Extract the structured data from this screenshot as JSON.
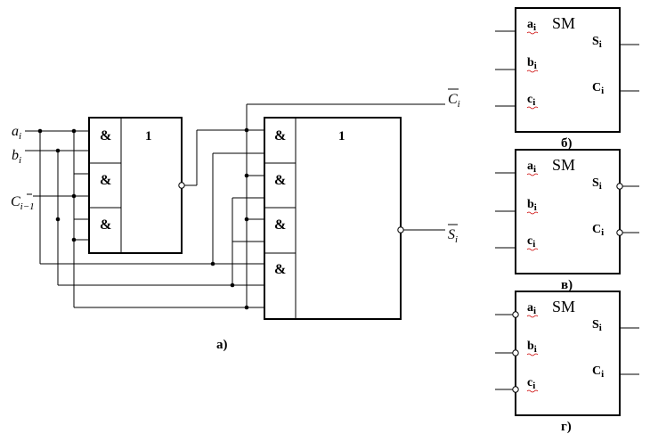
{
  "circuit": {
    "caption": "а)",
    "inputs": {
      "a": "a",
      "a_sub": "i",
      "b": "b",
      "b_sub": "i",
      "c": "C",
      "c_sub": "i−1"
    },
    "outputs": {
      "carry": "C",
      "carry_sub": "i",
      "sum": "S",
      "sum_sub": "i"
    },
    "gate1": {
      "and_labels": [
        "&",
        "&",
        "&"
      ],
      "or_label": "1"
    },
    "gate2": {
      "and_labels": [
        "&",
        "&",
        "&",
        "&"
      ],
      "or_label": "1"
    }
  },
  "symbols": [
    {
      "caption": "б)",
      "title": "SM",
      "in_a": "a",
      "in_b": "b",
      "in_c": "c",
      "sub": "i",
      "out_s": "S",
      "out_c": "C",
      "inverted_inputs": false,
      "inverted_outputs": false
    },
    {
      "caption": "в)",
      "title": "SM",
      "in_a": "a",
      "in_b": "b",
      "in_c": "c",
      "sub": "i",
      "out_s": "S",
      "out_c": "C",
      "inverted_inputs": false,
      "inverted_outputs": true
    },
    {
      "caption": "г)",
      "title": "SM",
      "in_a": "a",
      "in_b": "b",
      "in_c": "c",
      "sub": "i",
      "out_s": "S",
      "out_c": "C",
      "inverted_inputs": true,
      "inverted_outputs": false
    }
  ]
}
